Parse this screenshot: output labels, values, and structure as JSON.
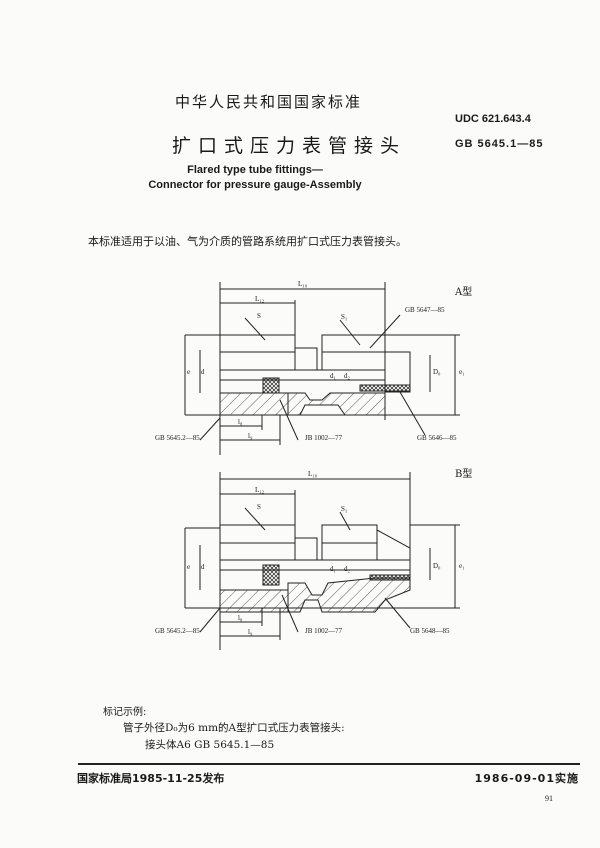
{
  "header": {
    "standard_org": "中华人民共和国国家标准",
    "udc": "UDC 621.643.4",
    "title_cn": "扩口式压力表管接头",
    "gb_code": "GB 5645.1—85",
    "title_en_line1": "Flared type tube fittings—",
    "title_en_line2": "Connector for pressure gauge-Assembly"
  },
  "body": {
    "scope_text": "本标准适用于以油、气为介质的管路系统用扩口式压力表管接头。"
  },
  "figures": [
    {
      "type_label": "A型",
      "dims": {
        "L10": "L₁₀",
        "L12": "L₁₂",
        "S": "S",
        "S1": "S₁",
        "e": "e",
        "e1": "e₁",
        "d": "d",
        "d1": "d₁",
        "d2": "d₂",
        "D0": "D₀",
        "l8": "l₈",
        "l9": "l₉"
      },
      "callouts": {
        "left": "GB 5645.2—85",
        "middle": "JB 1002—77",
        "right_bottom": "GB 5646—85",
        "right_top": "GB 5647—85"
      }
    },
    {
      "type_label": "B型",
      "dims": {
        "L10": "L₁₀",
        "L12": "L₁₂",
        "S": "S",
        "S1": "S₁",
        "e": "e",
        "e1": "e₁",
        "d": "d",
        "d1": "d₁",
        "d2": "d₂",
        "D0": "D₀",
        "l8": "l₈",
        "l9": "l₉"
      },
      "callouts": {
        "left": "GB 5645.2—85",
        "middle": "JB 1002—77",
        "right_bottom": "GB 5648—85"
      }
    }
  ],
  "marking_example": {
    "heading": "标记示例:",
    "line1": "管子外径D₀为6 mm的A型扩口式压力表管接头:",
    "line2": "接头体A6   GB 5645.1—85"
  },
  "footer": {
    "issue": "国家标准局1985-11-25发布",
    "implement": "1986-09-01实施",
    "page_number": "91"
  }
}
